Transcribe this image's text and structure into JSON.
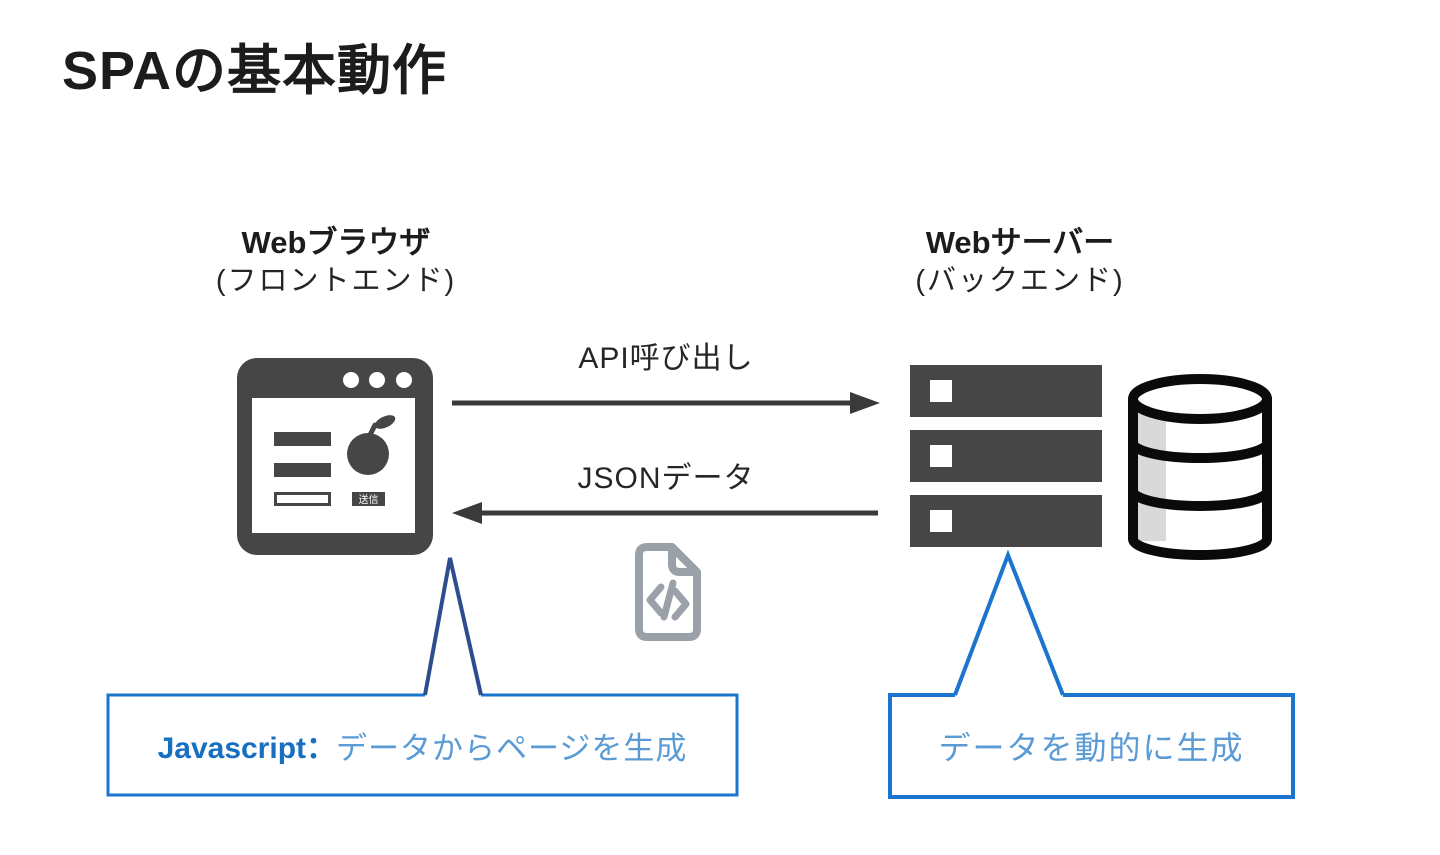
{
  "title": "SPAの基本動作",
  "browser": {
    "title": "Webブラウザ",
    "subtitle": "(フロントエンド)",
    "send_button": "送信"
  },
  "server": {
    "title": "Webサーバー",
    "subtitle": "(バックエンド)"
  },
  "arrows": {
    "request_label": "API呼び出し",
    "response_label": "JSONデータ"
  },
  "callouts": {
    "browser_note": {
      "prefix": "Javascript：",
      "body": "データからページを生成"
    },
    "server_note": {
      "body": "データを動的に生成"
    }
  },
  "icons": {
    "browser": "browser-window-icon",
    "server": "server-rack-icon",
    "database": "database-icon",
    "code_file": "code-file-icon",
    "apple": "apple-icon"
  },
  "colors": {
    "icon_dark": "#464646",
    "arrow": "#3a3a3a",
    "file_icon_gray": "#9aa1a8",
    "db_shade": "#d9d9d9",
    "callout_border": "#1b74cd",
    "callout_pointer_left": "#2e4d8f",
    "callout_text": "#5b9bd5",
    "javascript_text": "#176fc1",
    "title_text": "#1c1c1c"
  }
}
